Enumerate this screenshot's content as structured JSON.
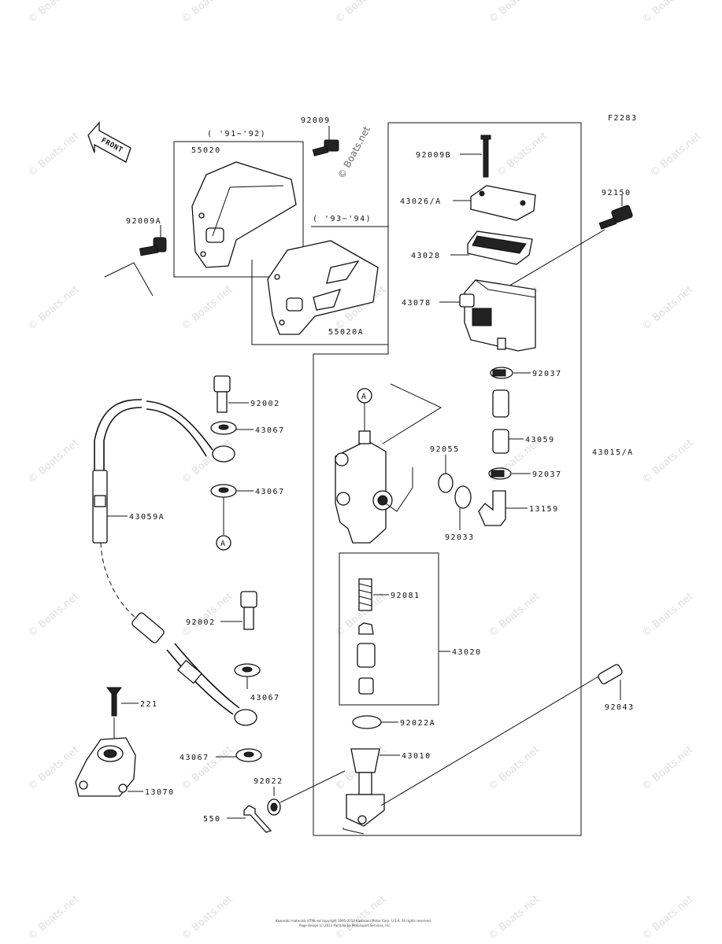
{
  "diagram": {
    "figure_code": "F2283",
    "front_label": "FRONT",
    "watermark": "© Boats.net",
    "footer_lines": [
      "Kawasaki materials HTML-ed copyright 1995-2013 Kawasaki Motor Corp. U.S.A. All rights reserved.",
      "Page design (c) 2013 Partzilla by Motorsport Services, Inc."
    ],
    "year_ranges": [
      "( '91~'92)",
      "( '93~'94)"
    ],
    "callout_letter": "A",
    "part_numbers": [
      "92009",
      "55020",
      "92009A",
      "55020A",
      "92009B",
      "43026/A",
      "43028",
      "92150",
      "43078",
      "92037",
      "43059",
      "92037",
      "13159",
      "43015/A",
      "92055",
      "92033",
      "92002",
      "43067",
      "43067",
      "43059A",
      "92081",
      "43020",
      "92002",
      "43067",
      "221",
      "43067",
      "13070",
      "92022A",
      "43010",
      "92022",
      "550",
      "92043"
    ]
  }
}
